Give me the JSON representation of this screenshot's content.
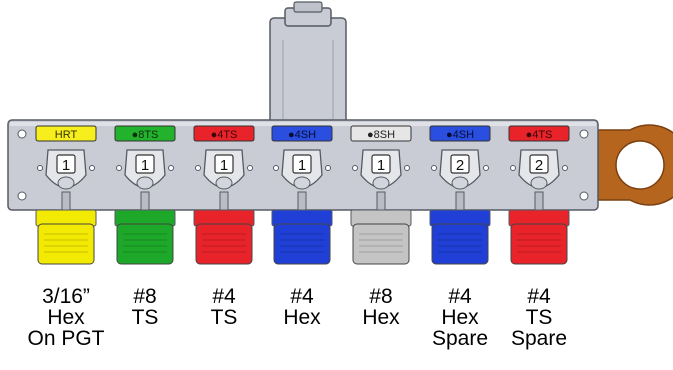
{
  "fixture": {
    "colors": {
      "frame": "#c9ccd4",
      "frame_dark": "#9aa0aa",
      "outline": "#555a63",
      "bracket": "#b5651d",
      "bracket_dark": "#7a4012"
    }
  },
  "tools": [
    {
      "tag": "HRT",
      "count": "1",
      "color": "#f2ea00",
      "tag_color": "#f7ee1e",
      "tag_text_color": "#333300",
      "caption": [
        "3/16”",
        "Hex",
        "On PGT"
      ]
    },
    {
      "tag": "●8TS",
      "count": "1",
      "color": "#1ea82a",
      "tag_color": "#22b22c",
      "tag_text_color": "#0b2e0e",
      "caption": [
        "#8",
        "TS"
      ]
    },
    {
      "tag": "●4TS",
      "count": "1",
      "color": "#e8232a",
      "tag_color": "#e8232a",
      "tag_text_color": "#3a0506",
      "caption": [
        "#4",
        "TS"
      ]
    },
    {
      "tag": "●4SH",
      "count": "1",
      "color": "#1f3fd6",
      "tag_color": "#2a4ee0",
      "tag_text_color": "#050c33",
      "caption": [
        "#4",
        "Hex"
      ]
    },
    {
      "tag": "●8SH",
      "count": "1",
      "color": "#c4c4c4",
      "tag_color": "#e6e6e6",
      "tag_text_color": "#222222",
      "caption": [
        "#8",
        "Hex"
      ]
    },
    {
      "tag": "●4SH",
      "count": "2",
      "color": "#1f3fd6",
      "tag_color": "#2a4ee0",
      "tag_text_color": "#050c33",
      "caption": [
        "#4",
        "Hex",
        "Spare"
      ]
    },
    {
      "tag": "●4TS",
      "count": "2",
      "color": "#e8232a",
      "tag_color": "#e8232a",
      "tag_text_color": "#3a0506",
      "caption": [
        "#4",
        "TS",
        "Spare"
      ]
    }
  ]
}
